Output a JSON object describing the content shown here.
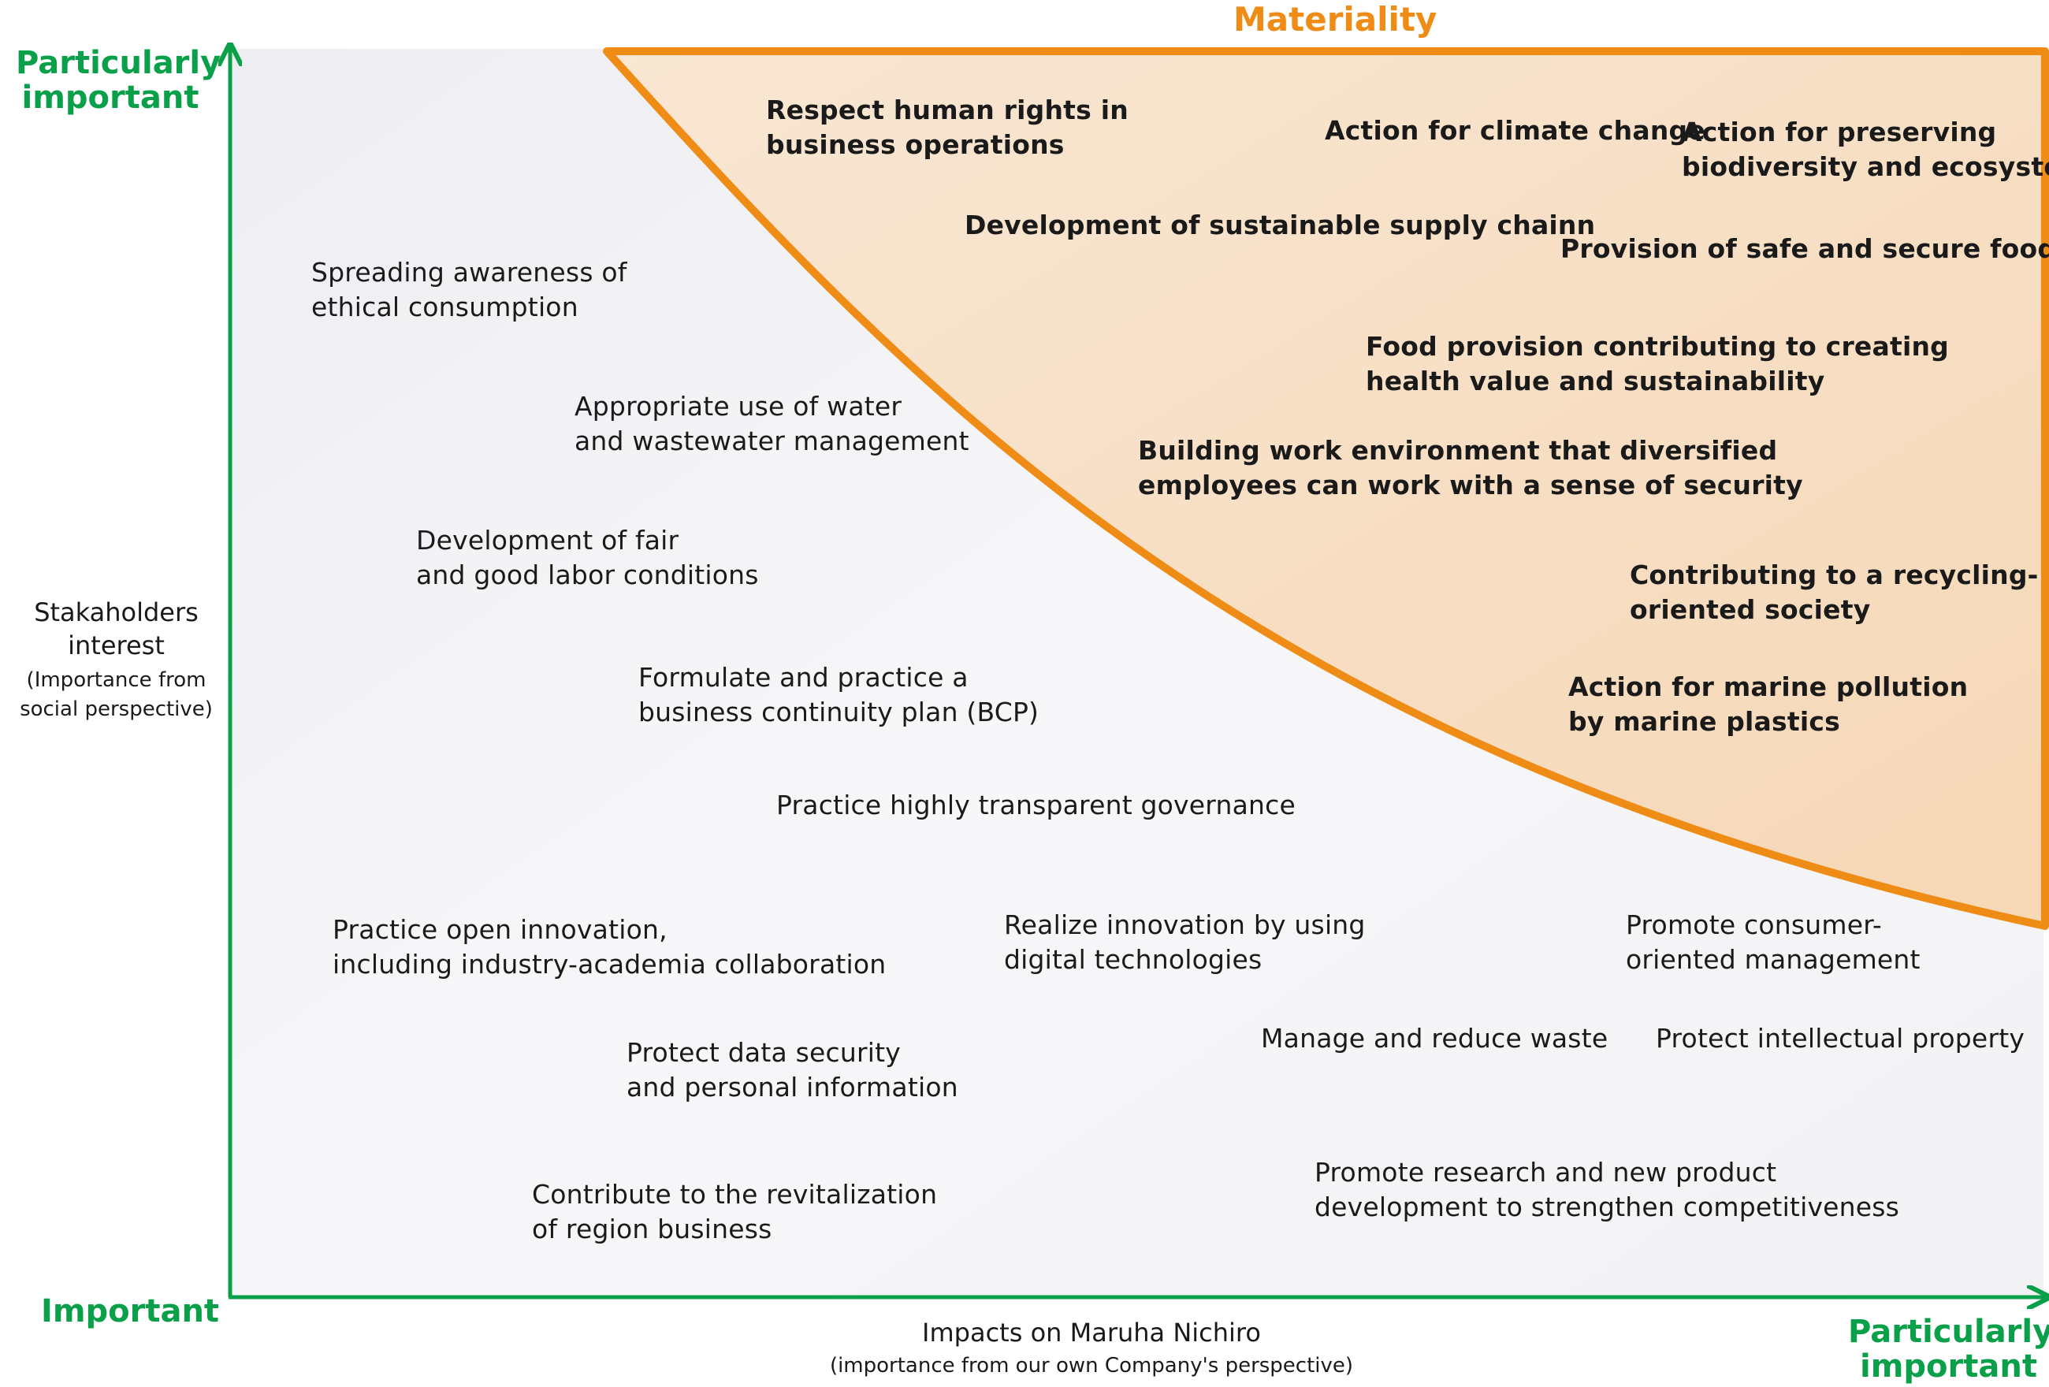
{
  "title": "Materiality",
  "y_axis": {
    "top_label": "Particularly\nimportant",
    "title": "Stakaholders\ninterest",
    "subtitle": "(Importance from\nsocial perspective)"
  },
  "x_axis": {
    "left_label": "Important",
    "right_label": "Particularly\nimportant",
    "title": "Impacts on Maruha Nichiro",
    "subtitle": "(importance from our own Company's perspective)"
  },
  "colors": {
    "green": "#0aa04a",
    "orange": "#ef8c16",
    "materiality_fill": "#f7dcbf",
    "background_tint": "#f3f3f6"
  },
  "materiality_items": [
    "Respect human rights in\nbusiness operations",
    "Action for climate change",
    "Action for preserving\nbiodiversity and ecosystem",
    "Development of sustainable supply chainn",
    "Provision of safe and secure food",
    "Food provision contributing to creating\nhealth value and sustainability",
    "Building work environment that diversified\nemployees can work with a sense of security",
    "Contributing to a recycling-\noriented society",
    "Action for marine pollution\nby marine plastics"
  ],
  "other_items": [
    "Spreading awareness of\nethical consumption",
    "Appropriate use of water\nand wastewater management",
    "Development of fair\nand good labor conditions",
    "Formulate and practice a\nbusiness continuity plan (BCP)",
    "Practice highly transparent governance",
    "Practice open innovation,\nincluding industry-academia collaboration",
    "Realize innovation by using\ndigital technologies",
    "Promote consumer-\noriented management",
    "Manage and reduce waste",
    "Protect intellectual property",
    "Protect data security\nand personal information",
    "Contribute to the revitalization\nof region business",
    "Promote research and new product\ndevelopment to strengthen competitiveness"
  ]
}
